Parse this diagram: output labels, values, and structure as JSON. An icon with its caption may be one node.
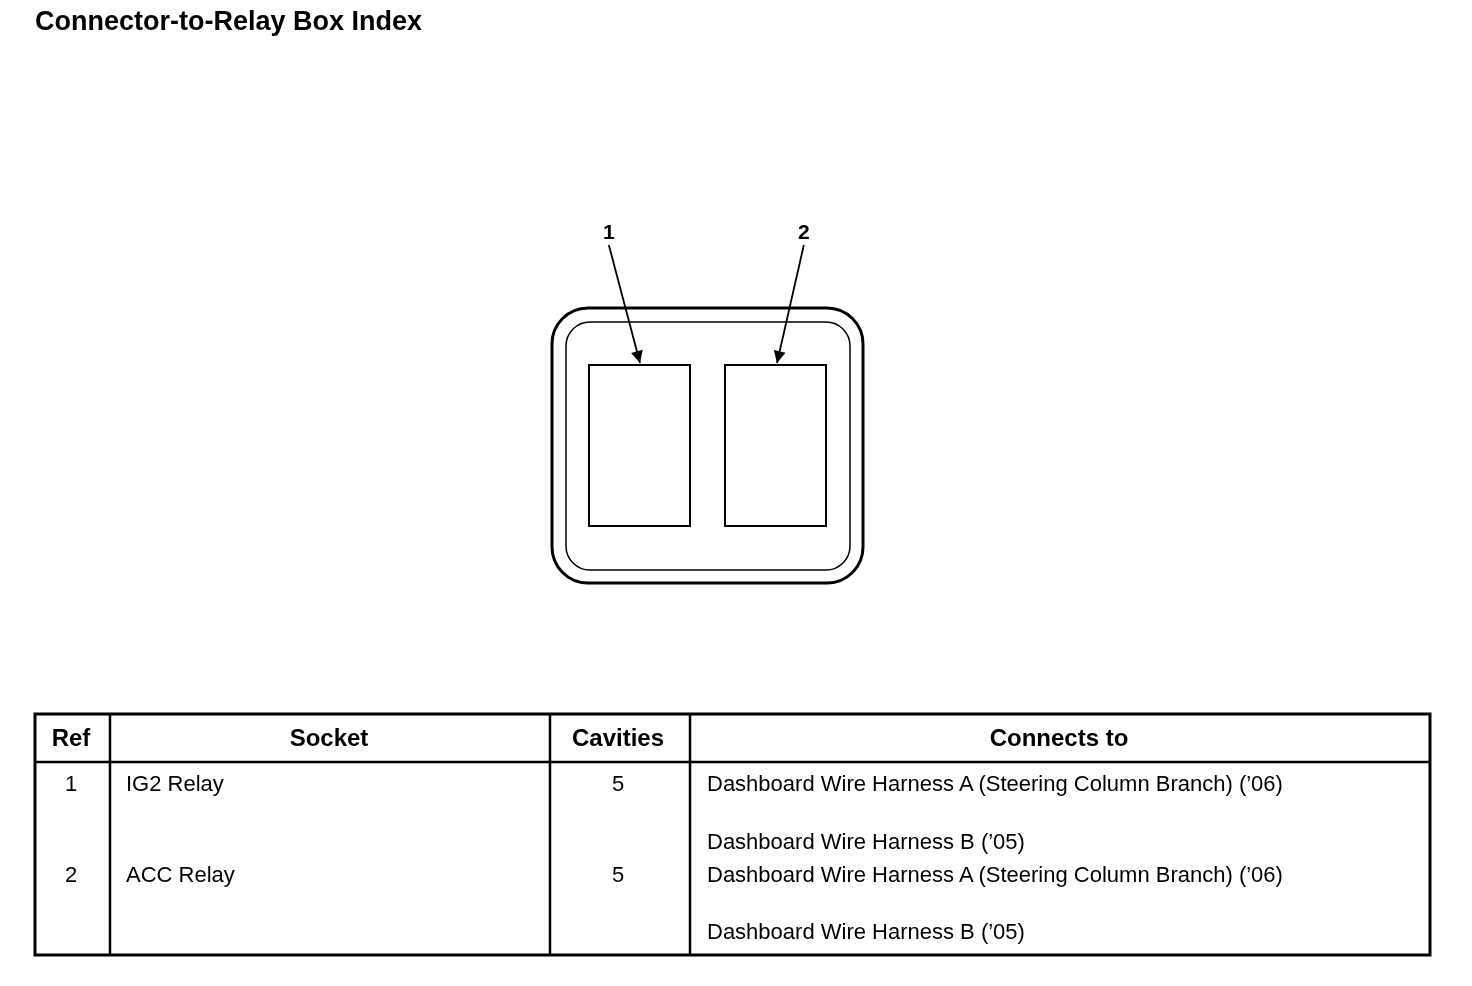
{
  "diagram": {
    "title": "Connector-to-Relay Box Index",
    "nodes": [
      {
        "text": [
          "1"
        ]
      },
      {
        "text": [
          "2"
        ]
      },
      {
        "text": [],
        "shape": "box"
      },
      {
        "text": [],
        "shape": "box"
      }
    ],
    "edges": [
      {
        "from": 0,
        "to": 2,
        "arrow": "to"
      },
      {
        "from": 1,
        "to": 3,
        "arrow": "to"
      }
    ],
    "labels": [
      "Ref",
      "Socket",
      "Cavities",
      "Connects to",
      "1",
      "IG2 Relay",
      "5",
      "Dashboard Wire Harness A (Steering Column Branch) (’06)",
      "Dashboard Wire Harness B (’05)",
      "2",
      "ACC Relay",
      "5",
      "Dashboard Wire Harness A (Steering Column Branch) (’06)",
      "Dashboard Wire Harness B (’05)"
    ]
  }
}
